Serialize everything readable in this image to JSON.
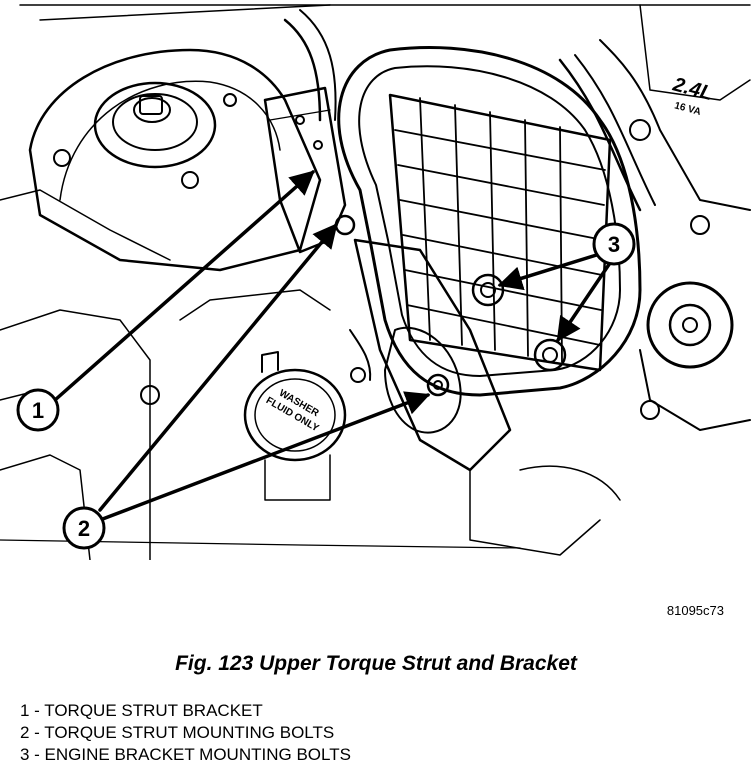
{
  "figure": {
    "id_label": "81095c73",
    "caption": "Fig. 123 Upper Torque Strut and Bracket"
  },
  "callouts": [
    {
      "number": "1"
    },
    {
      "number": "2"
    },
    {
      "number": "3"
    }
  ],
  "labels": {
    "washer_line1": "WASHER",
    "washer_line2": "FLUID ONLY",
    "engine_badge_line1": "2.4L",
    "engine_badge_line2": "16 VA"
  },
  "legend": [
    {
      "text": "1 - TORQUE STRUT BRACKET"
    },
    {
      "text": "2 - TORQUE STRUT MOUNTING BOLTS"
    },
    {
      "text": "3 - ENGINE BRACKET MOUNTING BOLTS"
    }
  ]
}
